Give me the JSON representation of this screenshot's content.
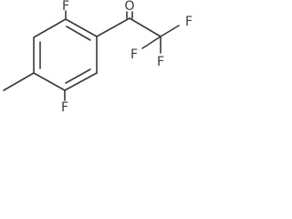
{
  "molecule": {
    "atoms": {
      "f_ring_top": "F",
      "f_ring_bottom": "F",
      "o_carbonyl": "O",
      "f_cf3_right": "F",
      "f_cf3_left": "F",
      "f_cf3_bottom": "F"
    }
  },
  "colors": {
    "bond": "#3a3a3a",
    "label": "#3a3a3a",
    "background": "#ffffff"
  }
}
